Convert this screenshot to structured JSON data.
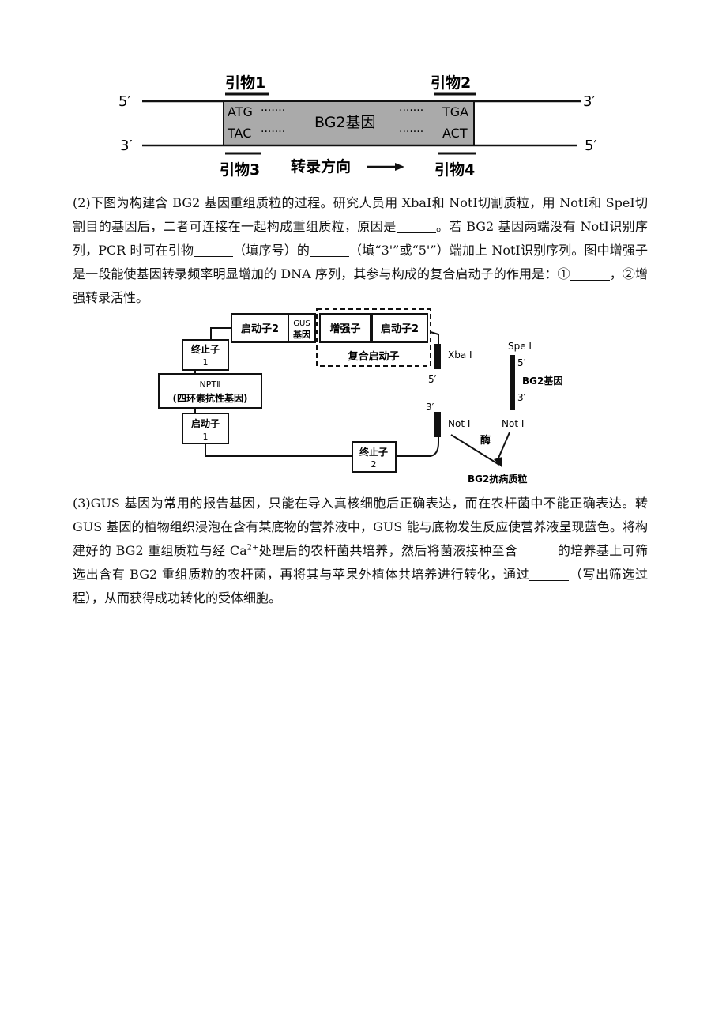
{
  "diagram1": {
    "primer1": "引物1",
    "primer2": "引物2",
    "primer3": "引物3",
    "primer4": "引物4",
    "top_left_end": "5′",
    "top_right_end": "3′",
    "bottom_left_end": "3′",
    "bottom_right_end": "5′",
    "gene_label": "BG2基因",
    "seq_atg": "ATG",
    "seq_tac": "TAC",
    "seq_tga": "TGA",
    "seq_act": "ACT",
    "dots": "·······",
    "direction_label": "转录方向",
    "colors": {
      "gene_fill": "#aaaaaa",
      "line": "#111111"
    }
  },
  "question2": {
    "part1": "(2)下图为构建含 BG2 基因重组质粒的过程。研究人员用 XbaI和 NotI切割质粒，用 NotI和 SpeI切割目的基因后，二者可连接在一起构成重组质粒，原因是",
    "part2": "。若 BG2 基因两端没有 NotI识别序列，PCR 时可在引物",
    "part3": "（填序号）的",
    "part4": "（填“3'”或“5'”）端加上 NotI识别序列。图中增强子是一段能使基因转录频率明显增加的 DNA 序列，其参与构成的复合启动子的作用是：①",
    "part5": "，②增强转录活性。"
  },
  "diagram2": {
    "promoter2_a": "启动子2",
    "gus_line1": "GUS",
    "gus_line2": "基因",
    "enhancer": "增强子",
    "promoter2_b": "启动子2",
    "composite": "复合启动子",
    "terminator1_l1": "终止子",
    "terminator1_l2": "1",
    "npt_l1": "NPTⅡ",
    "npt_l2": "(四环素抗性基因)",
    "promoter1_l1": "启动子",
    "promoter1_l2": "1",
    "terminator2_l1": "终止子",
    "terminator2_l2": "2",
    "xba": "Xba Ⅰ",
    "not_left": "Not Ⅰ",
    "end_5_left": "5′",
    "end_3_left": "3′",
    "spe": "Spe Ⅰ",
    "frag_5": "5′",
    "frag_gene": "BG2基因",
    "frag_3": "3′",
    "not_right": "Not Ⅰ",
    "enzyme": "酶",
    "product": "BG2抗病质粒"
  },
  "question3": {
    "part1": "(3)GUS 基因为常用的报告基因，只能在导入真核细胞后正确表达，而在农杆菌中不能正确表达。转 GUS 基因的植物组织浸泡在含有某底物的营养液中，GUS 能与底物发生反应使营养液呈现蓝色。将构建好的 BG2 重组质粒与经 Ca",
    "sup": "2+",
    "part2": "处理后的农杆菌共培养，然后将菌液接种至含",
    "part3": "的培养基上可筛选出含有 BG2 重组质粒的农杆菌，再将其与苹果外植体共培养进行转化，通过",
    "part4": "（写出筛选过程），从而获得成功转化的受体细胞。"
  }
}
